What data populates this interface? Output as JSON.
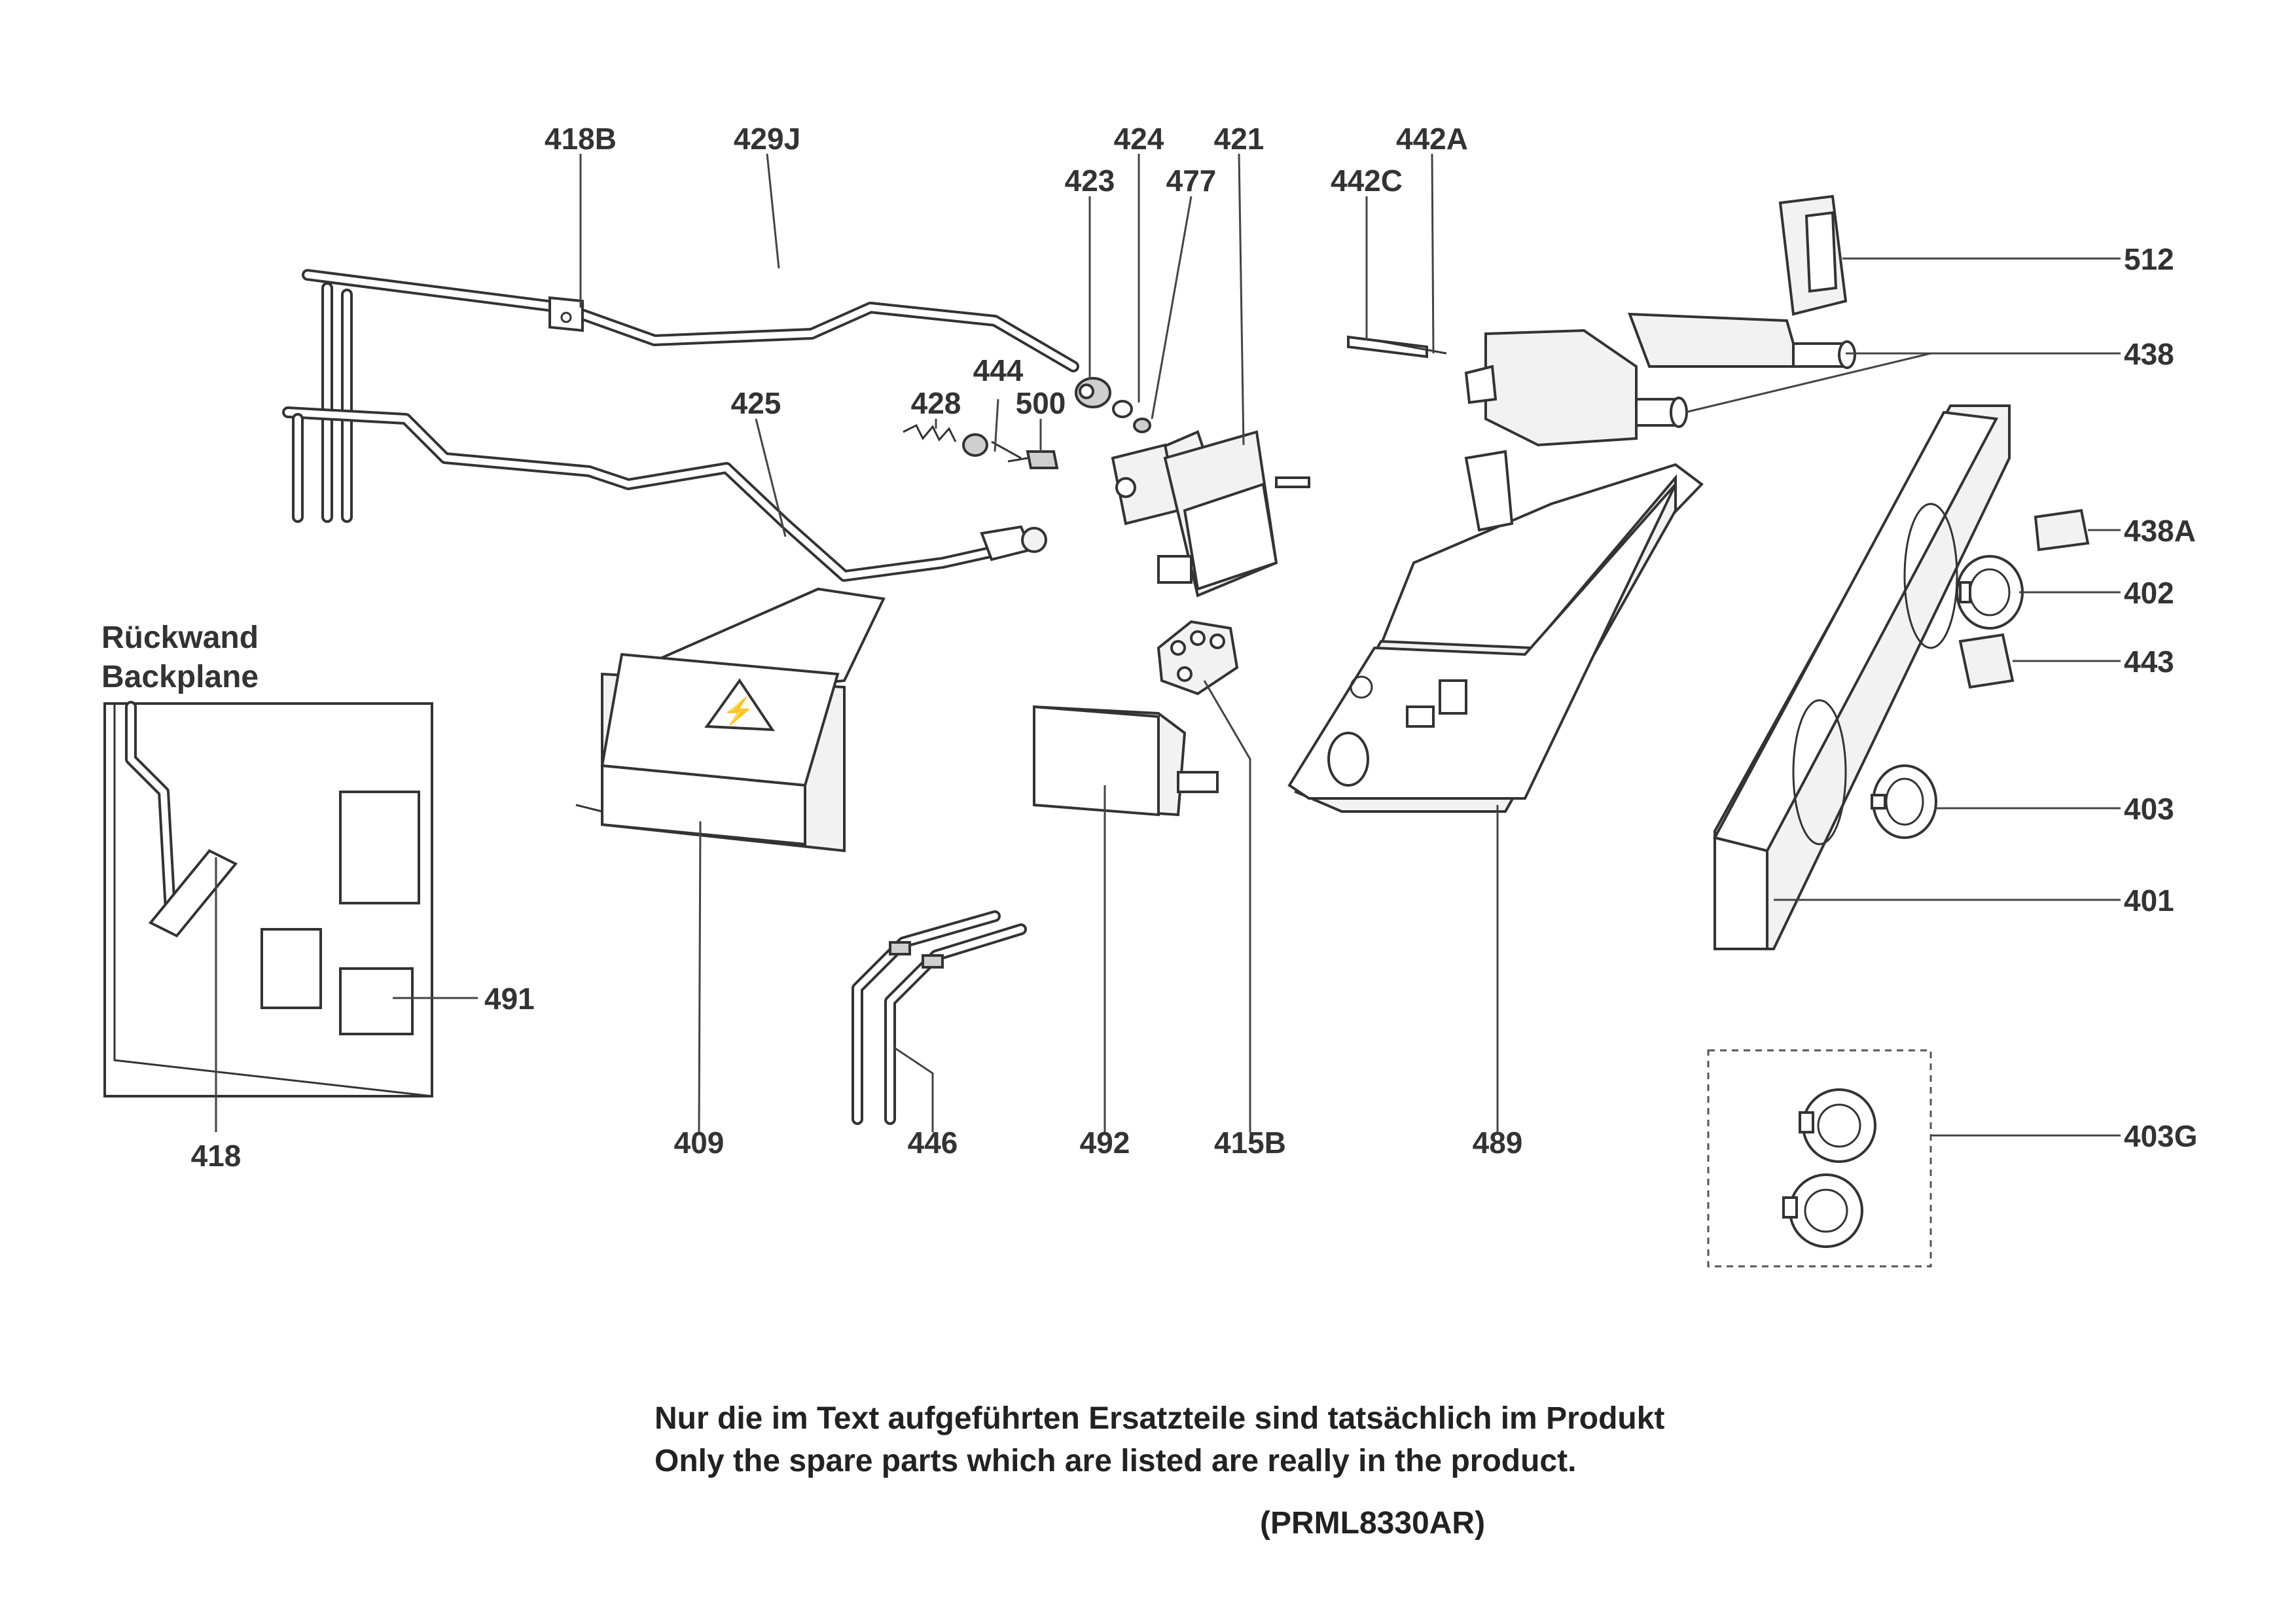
{
  "inset": {
    "title_de": "Rückwand",
    "title_en": "Backplane"
  },
  "labels": {
    "p418B": "418B",
    "p429J": "429J",
    "p424": "424",
    "p421": "421",
    "p442A": "442A",
    "p423": "423",
    "p477": "477",
    "p442C": "442C",
    "p512": "512",
    "p438": "438",
    "p444": "444",
    "p425": "425",
    "p428": "428",
    "p500": "500",
    "p438A": "438A",
    "p402": "402",
    "p443": "443",
    "p403": "403",
    "p401": "401",
    "p491": "491",
    "p418": "418",
    "p409": "409",
    "p446": "446",
    "p492": "492",
    "p415B": "415B",
    "p489": "489",
    "p403G": "403G"
  },
  "notes": {
    "de": "Nur die im Text aufgeführten Ersatzteile sind tatsächlich im Produkt",
    "en": "Only the spare parts which are listed are really in the product.",
    "model": "(PRML8330AR)"
  }
}
